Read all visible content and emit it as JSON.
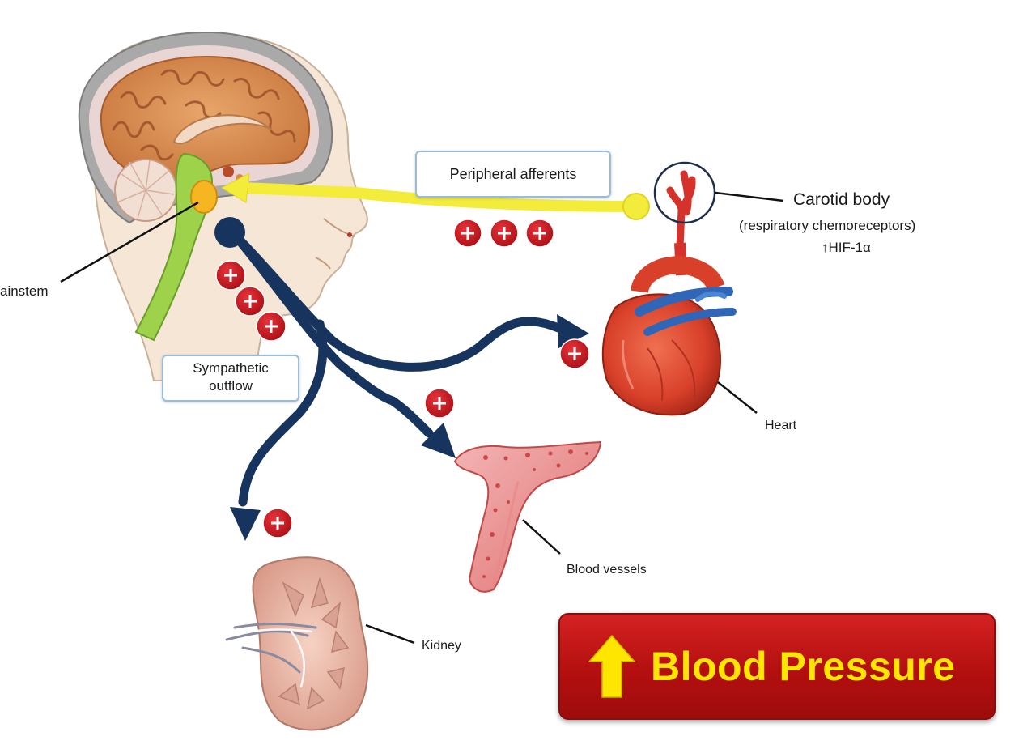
{
  "labels": {
    "brainstem": "ainstem",
    "peripheral_afferents": "Peripheral afferents",
    "carotid_body": "Carotid body",
    "carotid_sub": "(respiratory chemoreceptors)",
    "hif": "↑HIF-1α",
    "sympathetic_line1": "Sympathetic",
    "sympathetic_line2": "outflow",
    "heart": "Heart",
    "blood_vessels": "Blood vessels",
    "kidney": "Kidney"
  },
  "banner": {
    "text": "Blood Pressure",
    "arrow_icon": "up-arrow-icon"
  },
  "colors": {
    "afferent_yellow": "#f4ec3a",
    "efferent_navy": "#17345f",
    "plus_red": "#c8161d",
    "banner_red": "#c01818",
    "banner_text": "#ffe600",
    "box_border": "#9bbcd6"
  }
}
